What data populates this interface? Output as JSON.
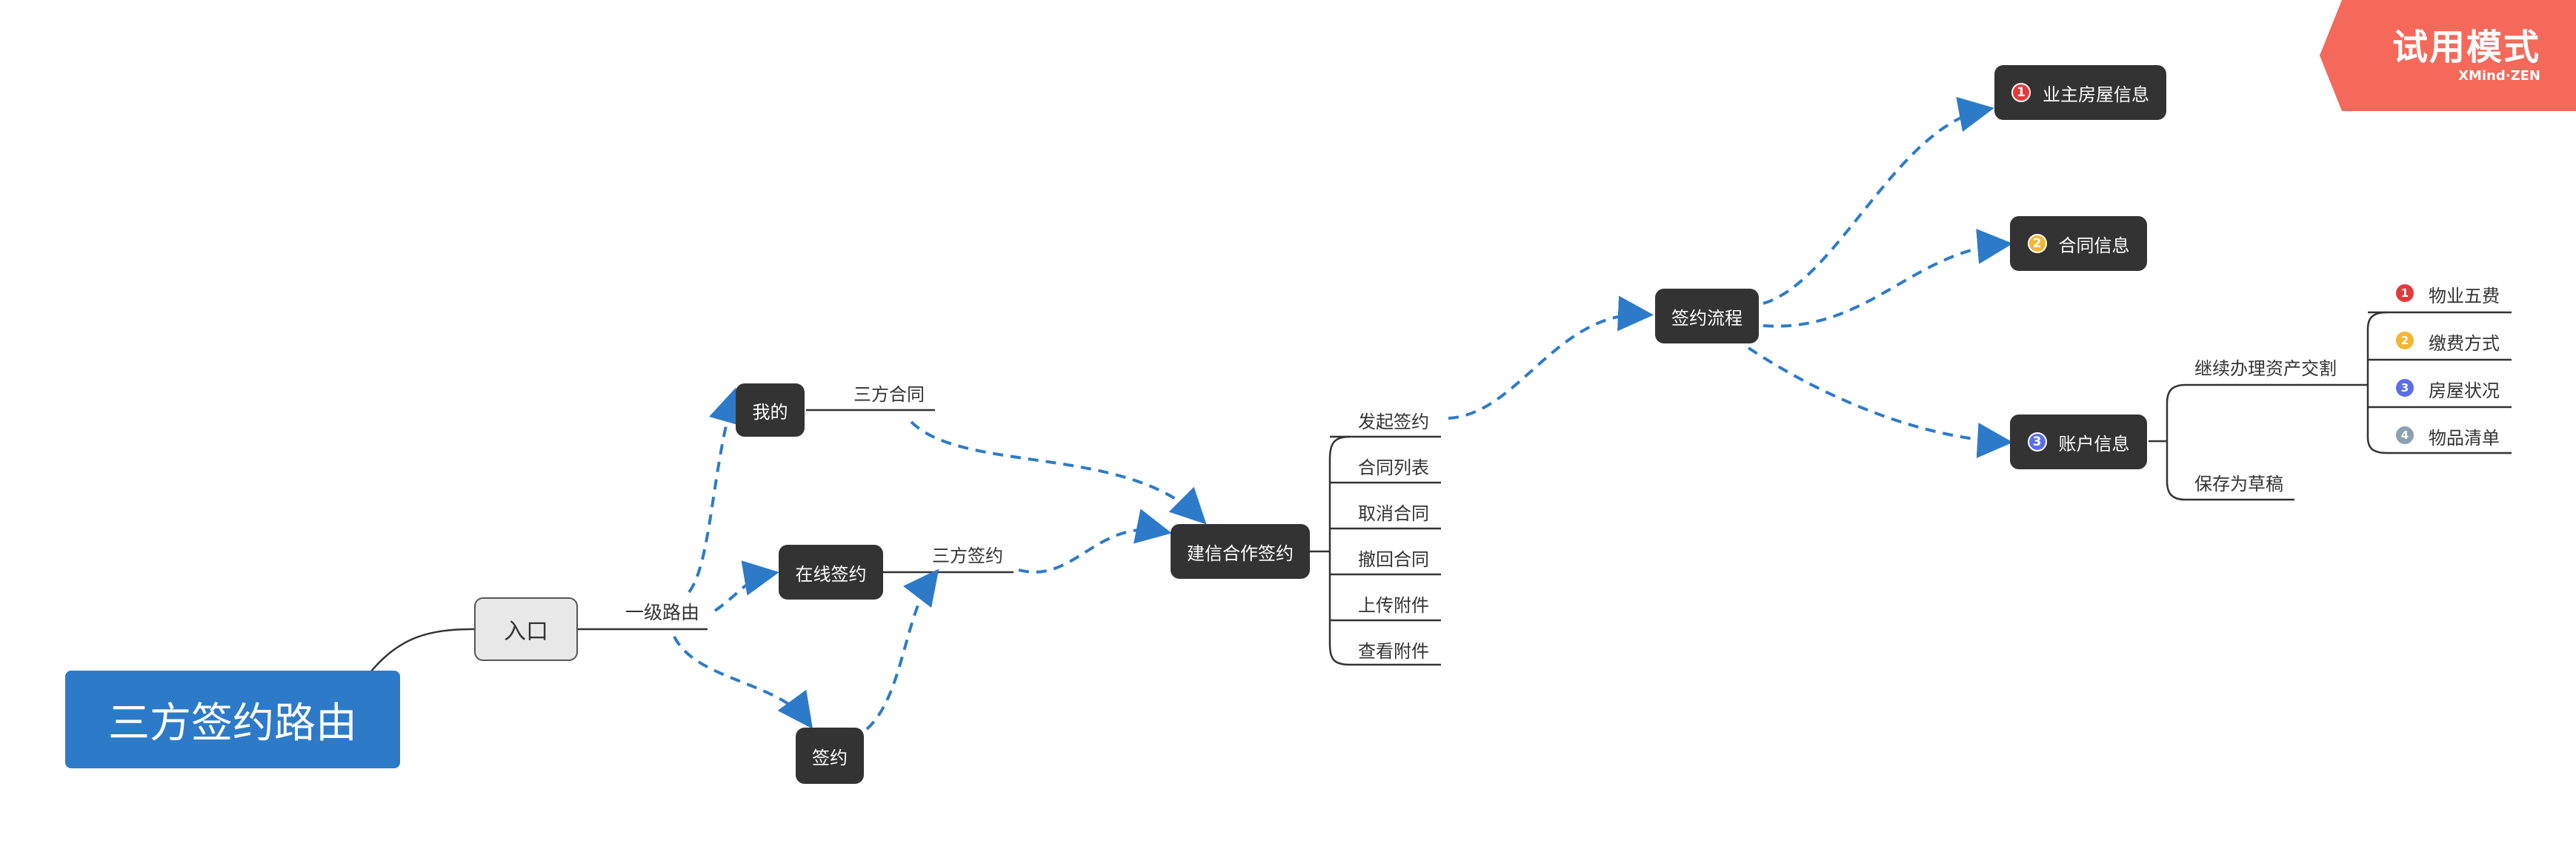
{
  "root": {
    "label": "三方签约路由"
  },
  "entry": {
    "label": "入口"
  },
  "level1": {
    "label": "一级路由"
  },
  "mine": {
    "label": "我的",
    "sub": "三方合同"
  },
  "online": {
    "label": "在线签约",
    "sub": "三方签约"
  },
  "sign": {
    "label": "签约"
  },
  "ccb": {
    "label": "建信合作签约",
    "items": [
      "发起签约",
      "合同列表",
      "取消合同",
      "撤回合同",
      "上传附件",
      "查看附件"
    ]
  },
  "flow": {
    "label": "签约流程"
  },
  "owner": {
    "label": "业主房屋信息",
    "marker": "1"
  },
  "contract": {
    "label": "合同信息",
    "marker": "2"
  },
  "account": {
    "label": "账户信息",
    "marker": "3",
    "continue_label": "继续办理资产交割",
    "draft_label": "保存为草稿",
    "items": [
      {
        "label": "物业五费",
        "marker": "1"
      },
      {
        "label": "缴费方式",
        "marker": "2"
      },
      {
        "label": "房屋状况",
        "marker": "3"
      },
      {
        "label": "物品清单",
        "marker": "4"
      }
    ]
  },
  "watermark": {
    "title": "试用模式",
    "brand": "XMind·ZEN"
  },
  "colors": {
    "root": "#2d7bc8",
    "dark_node": "#333333",
    "dashed_link": "#2d7bc8",
    "trial": "#f4695a"
  }
}
